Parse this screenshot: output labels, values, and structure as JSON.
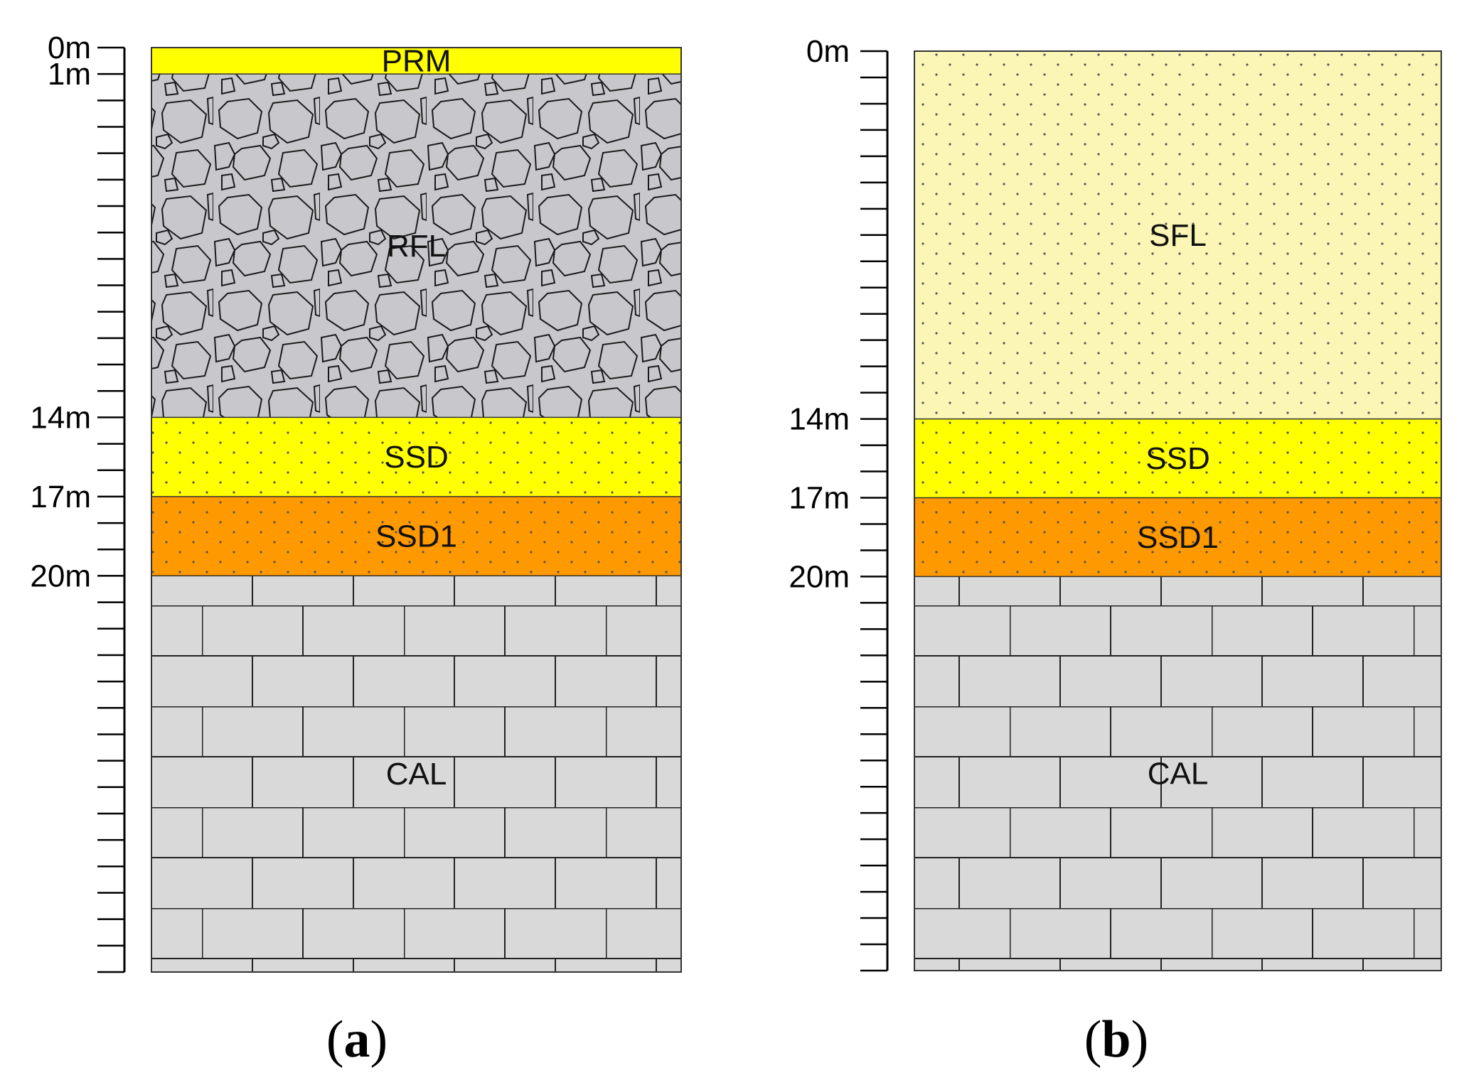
{
  "figure": {
    "panels": [
      {
        "id": "a",
        "caption": {
          "open": "(",
          "letter": "a",
          "close": ")"
        },
        "max_depth_m": 35,
        "tick_interval_m": 1,
        "depth_labels": [
          {
            "depth_m": 0,
            "text": "0m"
          },
          {
            "depth_m": 1,
            "text": "1m"
          },
          {
            "depth_m": 14,
            "text": "14m"
          },
          {
            "depth_m": 17,
            "text": "17m"
          },
          {
            "depth_m": 20,
            "text": "20m"
          }
        ],
        "layers": [
          {
            "code": "PRM",
            "top_m": 0,
            "bottom_m": 1,
            "fill": "#ffff00",
            "pattern": "none"
          },
          {
            "code": "RFL",
            "top_m": 1,
            "bottom_m": 14,
            "fill": "#c8c8cc",
            "pattern": "boulders"
          },
          {
            "code": "SSD",
            "top_m": 14,
            "bottom_m": 17,
            "fill": "#ffff00",
            "pattern": "dots"
          },
          {
            "code": "SSD1",
            "top_m": 17,
            "bottom_m": 20,
            "fill": "#ff9900",
            "pattern": "dots"
          },
          {
            "code": "CAL",
            "top_m": 20,
            "bottom_m": 35,
            "fill": "#d9d9d9",
            "pattern": "bricks"
          }
        ]
      },
      {
        "id": "b",
        "caption": {
          "open": "(",
          "letter": "b",
          "close": ")"
        },
        "max_depth_m": 35,
        "tick_interval_m": 1,
        "depth_labels": [
          {
            "depth_m": 0,
            "text": "0m"
          },
          {
            "depth_m": 14,
            "text": "14m"
          },
          {
            "depth_m": 17,
            "text": "17m"
          },
          {
            "depth_m": 20,
            "text": "20m"
          }
        ],
        "layers": [
          {
            "code": "SFL",
            "top_m": 0,
            "bottom_m": 14,
            "fill": "#fbf6b6",
            "pattern": "dots"
          },
          {
            "code": "SSD",
            "top_m": 14,
            "bottom_m": 17,
            "fill": "#ffff00",
            "pattern": "dots"
          },
          {
            "code": "SSD1",
            "top_m": 17,
            "bottom_m": 20,
            "fill": "#ff9900",
            "pattern": "dots"
          },
          {
            "code": "CAL",
            "top_m": 20,
            "bottom_m": 35,
            "fill": "#d9d9d9",
            "pattern": "bricks"
          }
        ]
      }
    ]
  }
}
